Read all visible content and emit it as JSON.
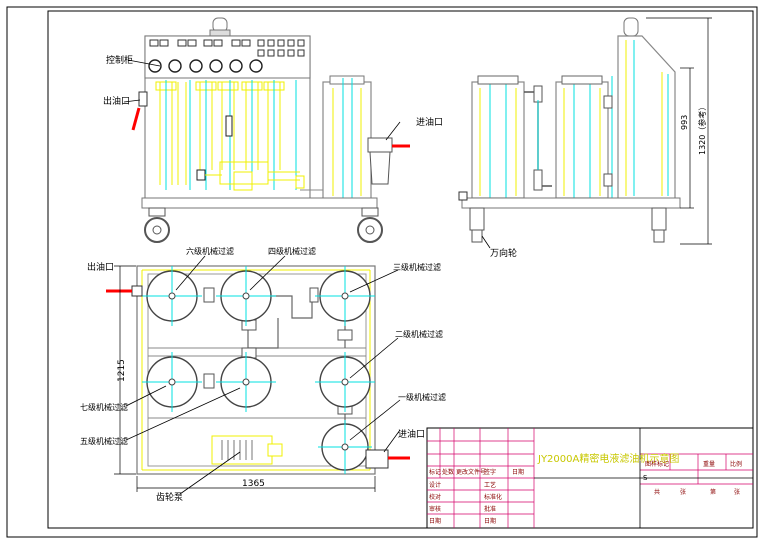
{
  "colors": {
    "background": "#ffffff",
    "frame": "#000000",
    "machine_line": "#9a9a9a",
    "machine_dark": "#555555",
    "yellow": "#f0f000",
    "cyan": "#00e0e0",
    "red": "#ff0000",
    "title_green": "#c8c800",
    "grid_magenta": "#d4006a",
    "table_text": "#8a0000"
  },
  "labels": {
    "control_cabinet": "控制柜",
    "outlet_top": "出油口",
    "inlet_top": "进油口",
    "universal_wheel": "万向轮",
    "outlet_plan": "出油口",
    "stage6": "六级机械过滤",
    "stage4": "四级机械过滤",
    "stage3": "三级机械过滤",
    "stage2": "二级机械过滤",
    "stage1": "一级机械过滤",
    "stage7": "七级机械过滤",
    "stage5": "五级机械过滤",
    "inlet_plan": "进油口",
    "pump": "齿轮泵"
  },
  "dimensions": {
    "height_inner": "993",
    "height_total": "1320（参考）",
    "depth": "1215",
    "width": "1365"
  },
  "title_block": {
    "product_title": "JY2000A精密电液滤油机示意图",
    "left_header": [
      "标记",
      "处数",
      "更改文件号",
      "签字",
      "日期"
    ],
    "left_rows": [
      [
        "设计",
        "",
        "",
        "工艺",
        ""
      ],
      [
        "校对",
        "",
        "",
        "标准化",
        ""
      ],
      [
        "审核",
        "",
        "",
        "批准",
        ""
      ],
      [
        "日期",
        "",
        "",
        "日期",
        ""
      ]
    ],
    "right_header": [
      "图样标记",
      "重量",
      "比例"
    ],
    "scale_row": [
      "S",
      "",
      "",
      "",
      ""
    ],
    "sheet_row": [
      "共",
      "张",
      "第",
      "张"
    ]
  }
}
